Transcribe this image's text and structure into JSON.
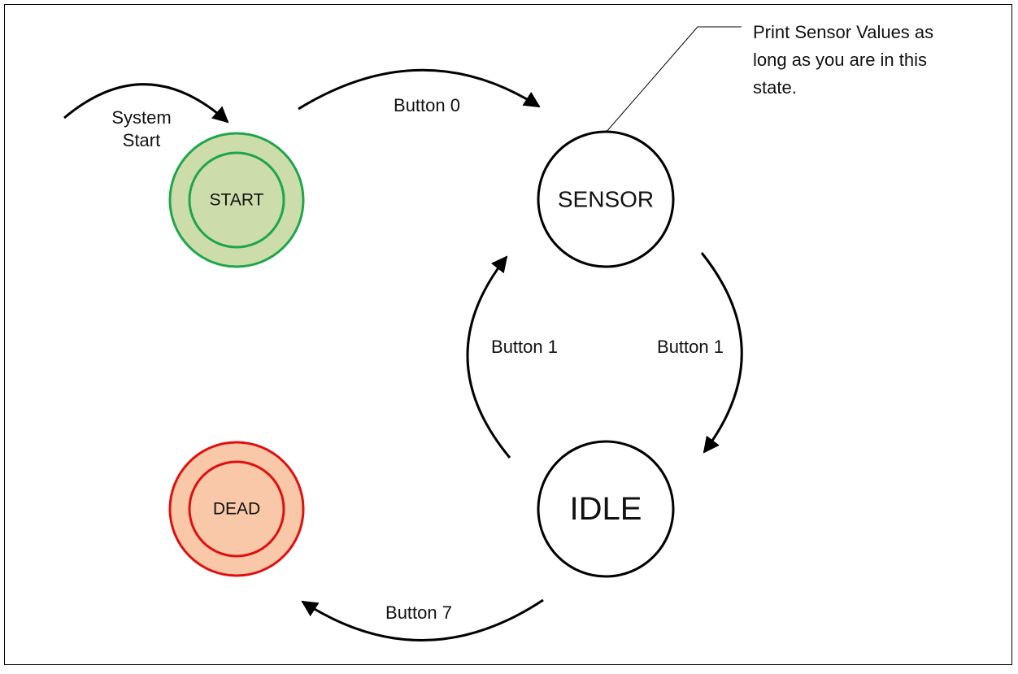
{
  "diagram": {
    "frame_color": "#000000",
    "states": {
      "start": {
        "label": "START",
        "outer_fill": "#ccdcaa",
        "stroke": "#1ea64a"
      },
      "sensor": {
        "label": "SENSOR"
      },
      "idle": {
        "label": "IDLE"
      },
      "dead": {
        "label": "DEAD",
        "outer_fill": "#f8c8a8",
        "stroke": "#e01010"
      }
    },
    "transitions": {
      "system_start": [
        "System",
        "Start"
      ],
      "start_to_sensor": "Button 0",
      "idle_to_sensor": "Button 1",
      "sensor_to_idle": "Button 1",
      "idle_to_dead": "Button 7"
    },
    "note": {
      "lines": [
        "Print Sensor Values as",
        "long as you are in this",
        "state."
      ]
    }
  }
}
